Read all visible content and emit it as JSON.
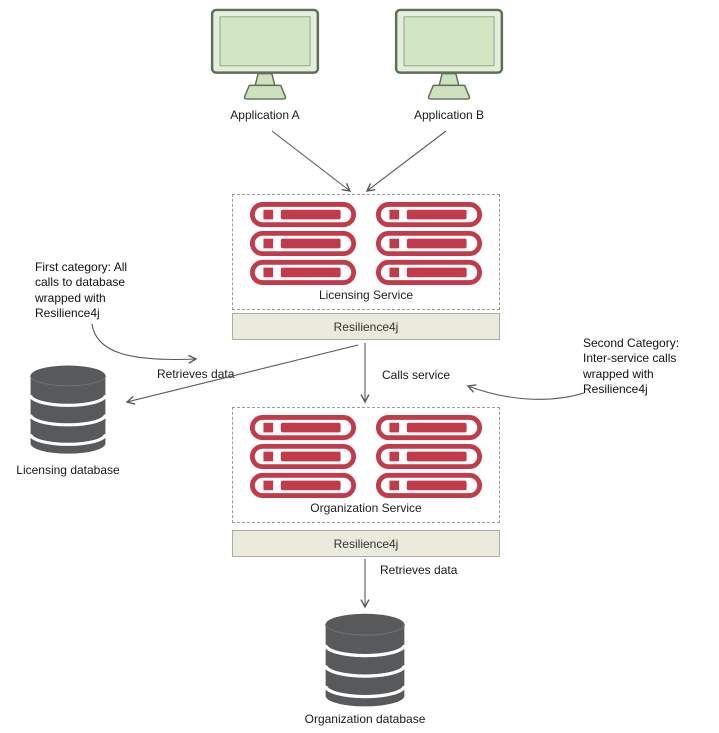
{
  "diagram": {
    "applications": {
      "a": {
        "label": "Application A"
      },
      "b": {
        "label": "Application B"
      }
    },
    "licensing_service": {
      "label": "Licensing Service",
      "resilience_label": "Resilience4j"
    },
    "organization_service": {
      "label": "Organization Service",
      "resilience_label": "Resilience4j"
    },
    "databases": {
      "licensing": {
        "label": "Licensing database"
      },
      "organization": {
        "label": "Organization database"
      }
    },
    "edges": {
      "retrieves_data_left": {
        "label": "Retrieves data"
      },
      "calls_service": {
        "label": "Calls service"
      },
      "retrieves_data_bottom": {
        "label": "Retrieves data"
      }
    },
    "annotations": {
      "first_category": {
        "text": "First category: All\ncalls to database\nwrapped with\nResilience4j"
      },
      "second_category": {
        "text": "Second Category:\nInter-service calls\nwrapped with\nResilience4j"
      }
    },
    "icons": {
      "application": "monitor-icon",
      "service": "server-stack-icon",
      "database": "database-cylinder-icon"
    },
    "colors": {
      "server_red": "#c23b4b",
      "monitor_screen_green": "#d3e6c3",
      "monitor_frame_green": "#e4eedb",
      "database_gray": "#58595b",
      "resilience_bar_bg": "#eaeadd",
      "box_border": "#9b9b9b",
      "arrow": "#595959"
    }
  }
}
